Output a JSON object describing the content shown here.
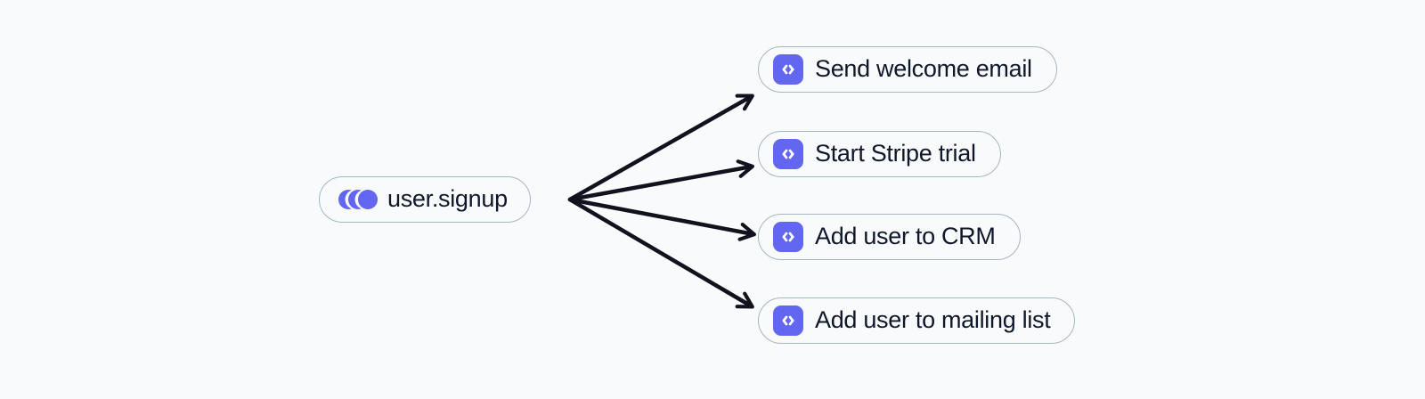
{
  "diagram": {
    "type": "event-fanout",
    "event": {
      "label": "user.signup",
      "icon": "event-pulse-icon"
    },
    "functions": [
      {
        "label": "Send welcome email",
        "icon": "code-icon"
      },
      {
        "label": "Start Stripe trial",
        "icon": "code-icon"
      },
      {
        "label": "Add user to CRM",
        "icon": "code-icon"
      },
      {
        "label": "Add user to mailing list",
        "icon": "code-icon"
      }
    ],
    "colors": {
      "bg": "#f8fafc",
      "accent": "#6366f1",
      "node-border": "#a9b4c6",
      "text": "#0f172a",
      "arrow": "#10131e",
      "icon-glyph": "#ffffff"
    }
  }
}
